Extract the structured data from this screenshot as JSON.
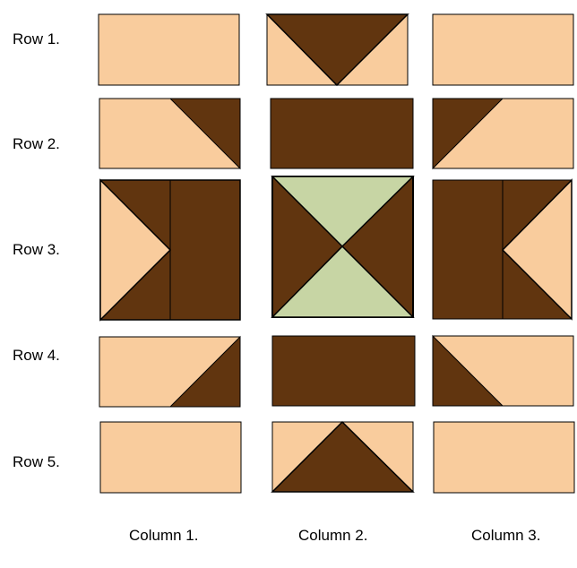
{
  "colors": {
    "tan": "#F9CC9D",
    "brown": "#61350F",
    "sage": "#C7D5A4",
    "outline": "#000000"
  },
  "rows": [
    "Row 1.",
    "Row 2.",
    "Row 3.",
    "Row 4.",
    "Row 5."
  ],
  "columns": [
    "Column 1.",
    "Column 2.",
    "Column 3."
  ]
}
